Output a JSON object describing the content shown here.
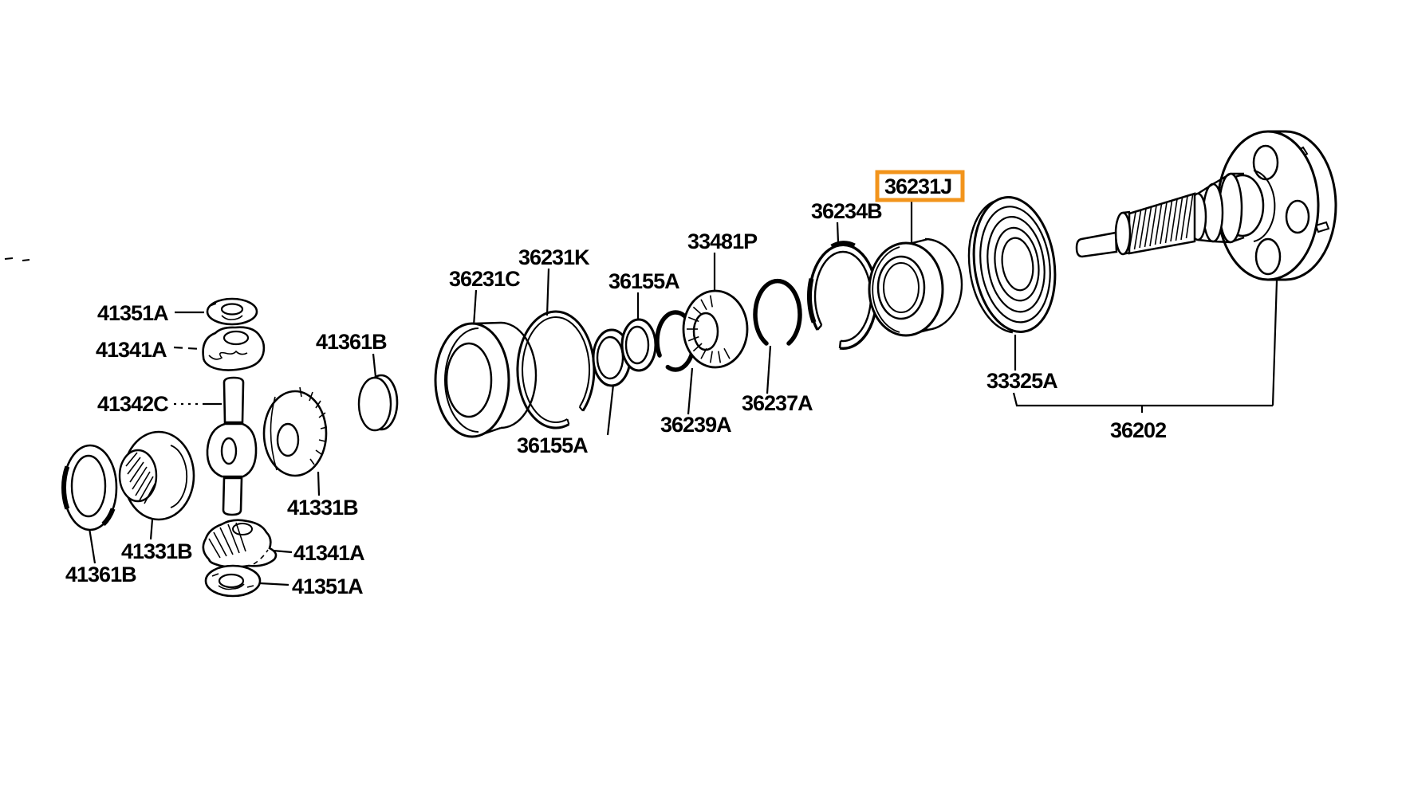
{
  "diagram": {
    "kind": "exploded-parts-diagram",
    "background_color": "#FFFFFF",
    "line_color": "#000000",
    "highlight": {
      "part_number": "36231J",
      "box_color": "#F2941C"
    },
    "labels": [
      {
        "id": "41351A-upper",
        "text": "41351A",
        "highlighted": false
      },
      {
        "id": "41341A-upper",
        "text": "41341A",
        "highlighted": false
      },
      {
        "id": "41342C",
        "text": "41342C",
        "highlighted": false
      },
      {
        "id": "41361B-upper",
        "text": "41361B",
        "highlighted": false
      },
      {
        "id": "41331B-gear",
        "text": "41331B",
        "highlighted": false
      },
      {
        "id": "41331B-hub",
        "text": "41331B",
        "highlighted": false
      },
      {
        "id": "41361B-lower",
        "text": "41361B",
        "highlighted": false
      },
      {
        "id": "41341A-lower",
        "text": "41341A",
        "highlighted": false
      },
      {
        "id": "41351A-lower",
        "text": "41351A",
        "highlighted": false
      },
      {
        "id": "36231C",
        "text": "36231C",
        "highlighted": false
      },
      {
        "id": "36231K",
        "text": "36231K",
        "highlighted": false
      },
      {
        "id": "36155A-upper",
        "text": "36155A",
        "highlighted": false
      },
      {
        "id": "33481P",
        "text": "33481P",
        "highlighted": false
      },
      {
        "id": "36155A-lower",
        "text": "36155A",
        "highlighted": false
      },
      {
        "id": "36239A",
        "text": "36239A",
        "highlighted": false
      },
      {
        "id": "36237A",
        "text": "36237A",
        "highlighted": false
      },
      {
        "id": "36234B",
        "text": "36234B",
        "highlighted": false
      },
      {
        "id": "36231J",
        "text": "36231J",
        "highlighted": true
      },
      {
        "id": "33325A",
        "text": "33325A",
        "highlighted": false
      },
      {
        "id": "36202",
        "text": "36202",
        "highlighted": false
      }
    ]
  }
}
